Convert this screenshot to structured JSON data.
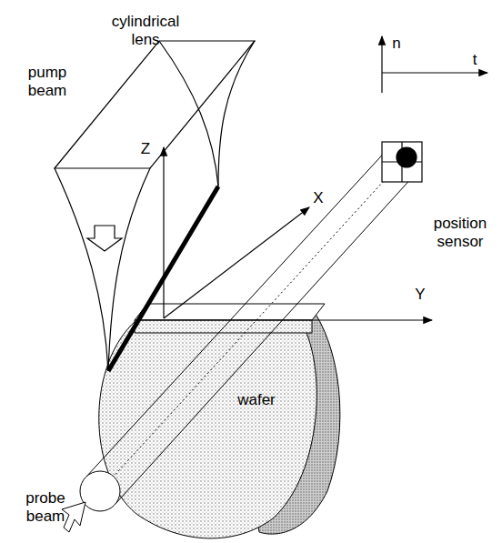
{
  "diagram": {
    "labels": [
      "cylindrical lens",
      "pump beam",
      "Z",
      "X",
      "Y",
      "n",
      "t",
      "position sensor",
      "wafer",
      "probe beam"
    ]
  }
}
